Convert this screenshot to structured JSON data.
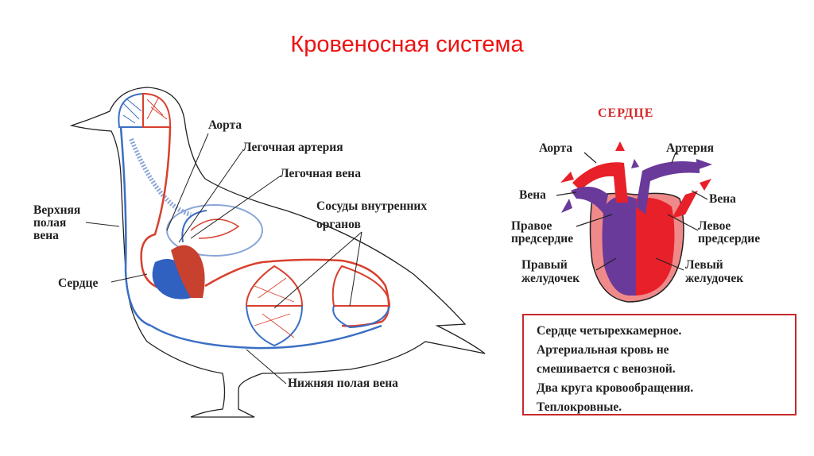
{
  "title": "Кровеносная система",
  "bird_diagram": {
    "labels": {
      "aorta": "Аорта",
      "pulmonary_artery": "Легочная артерия",
      "pulmonary_vein": "Легочная вена",
      "internal_vessels_1": "Сосуды внутренних",
      "internal_vessels_2": "органов",
      "superior_vena_cava_1": "Верхняя",
      "superior_vena_cava_2": "полая",
      "superior_vena_cava_3": "вена",
      "heart": "Сердце",
      "inferior_vena_cava": "Нижняя полая вена"
    }
  },
  "heart_diagram": {
    "title": "СЕРДЦЕ",
    "labels": {
      "aorta": "Аорта",
      "artery": "Артерия",
      "vein_left": "Вена",
      "vein_right": "Вена",
      "right_atrium_1": "Правое",
      "right_atrium_2": "предсердие",
      "left_atrium_1": "Левое",
      "left_atrium_2": "предсердие",
      "right_ventricle_1": "Правый",
      "right_ventricle_2": "желудочек",
      "left_ventricle_1": "Левый",
      "left_ventricle_2": "желудочек"
    }
  },
  "facts": [
    "Сердце четырехкамерное.",
    "Артериальная кровь не",
    "смешивается с венозной.",
    "Два круга кровообращения.",
    "Теплокровные."
  ],
  "colors": {
    "title": "#ee1111",
    "arterial": "#d8402e",
    "venous": "#3a6fc4",
    "heart_red": "#e8202a",
    "heart_purple": "#6a3a9a",
    "heart_pink": "#f08a8a",
    "border": "#c8282a"
  }
}
